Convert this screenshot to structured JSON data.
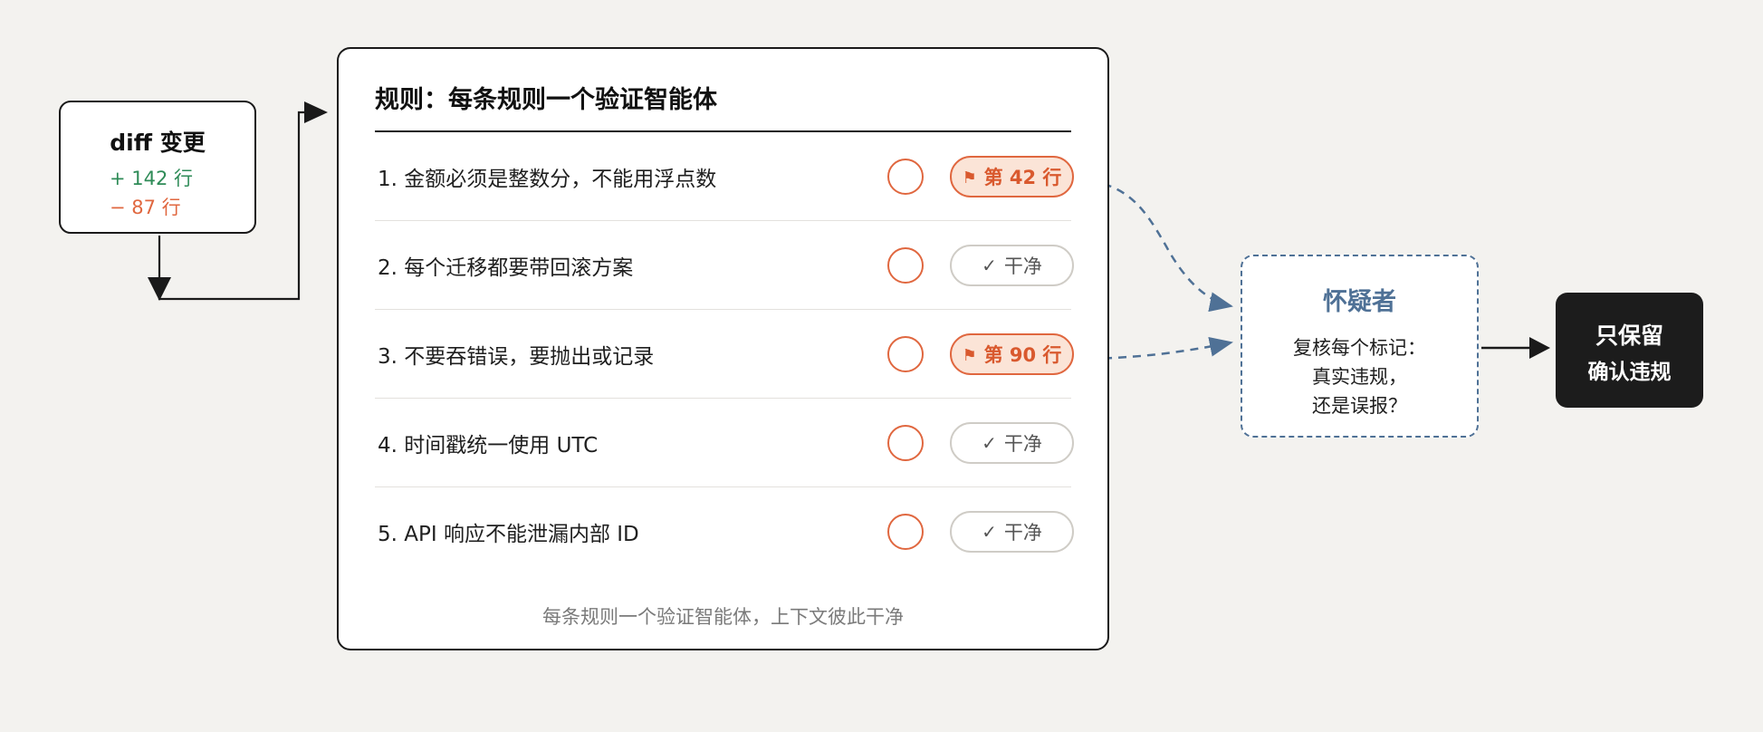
{
  "diff": {
    "title": "diff 变更",
    "added": "+ 142 行",
    "removed": "− 87 行"
  },
  "rules_panel": {
    "title": "规则：每条规则一个验证智能体",
    "footer": "每条规则一个验证智能体，上下文彼此干净",
    "rules": [
      {
        "text": "1. 金额必须是整数分，不能用浮点数",
        "status": "flag",
        "badge": "第 42 行",
        "icon": "flag-icon"
      },
      {
        "text": "2. 每个迁移都要带回滚方案",
        "status": "clean",
        "badge": "干净",
        "icon": "check-icon"
      },
      {
        "text": "3. 不要吞错误，要抛出或记录",
        "status": "flag",
        "badge": "第 90 行",
        "icon": "flag-icon"
      },
      {
        "text": "4. 时间戳统一使用 UTC",
        "status": "clean",
        "badge": "干净",
        "icon": "check-icon"
      },
      {
        "text": "5. API 响应不能泄漏内部 ID",
        "status": "clean",
        "badge": "干净",
        "icon": "check-icon"
      }
    ]
  },
  "skeptic": {
    "title": "怀疑者",
    "lines": [
      "复核每个标记：",
      "真实违规，",
      "还是误报？"
    ]
  },
  "keep": {
    "lines": [
      "只保留",
      "确认违规"
    ]
  },
  "colors": {
    "accent_orange": "#e0673f",
    "flag_fill": "#fbe4d7",
    "skeptic_blue": "#4f7196",
    "add_green": "#2e8b57",
    "dark": "#1c1c1c"
  }
}
